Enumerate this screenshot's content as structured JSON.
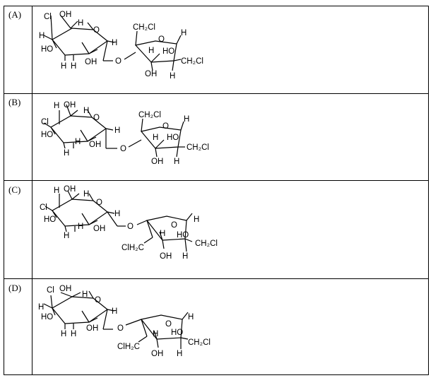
{
  "options": [
    {
      "label": "(A)",
      "glucose": {
        "c6": "Cl",
        "o6": "OH",
        "h4": "H",
        "h5": "H",
        "o4": "HO",
        "h3": "H",
        "h2": "H",
        "o3": "OH",
        "h1": "H",
        "ring_o": "O"
      },
      "linker_o": "O",
      "fructose": {
        "ch2": "CH₂Cl",
        "ring_o": "O",
        "h_right": "H",
        "ho": "HO",
        "h_inner": "H",
        "oh": "OH",
        "h_low": "H",
        "ch2_low": "CH₂Cl"
      }
    },
    {
      "label": "(B)",
      "glucose": {
        "h4": "H",
        "o6": "OH",
        "c6": "Cl",
        "h5": "H",
        "o4": "HO",
        "h3": "H",
        "h2": "H",
        "o3": "OH",
        "h1": "H",
        "ring_o": "O"
      },
      "linker_o": "O",
      "fructose": {
        "ch2": "CH₂Cl",
        "ring_o": "O",
        "h_right": "H",
        "ho": "HO",
        "h_inner": "H",
        "oh": "OH",
        "h_low": "H",
        "ch2_low": "CH₂Cl"
      }
    },
    {
      "label": "(C)",
      "glucose": {
        "h4": "H",
        "o6": "OH",
        "c6": "Cl",
        "h5": "H",
        "o4": "HO",
        "h3": "H",
        "h2": "H",
        "o3": "OH",
        "h1": "H",
        "ring_o": "O"
      },
      "linker_o": "O",
      "fructose": {
        "ch2": "ClH₂C",
        "ring_o": "O",
        "h_right": "H",
        "ho": "HO",
        "h_inner": "H",
        "oh": "OH",
        "h_low": "H",
        "ch2_low": "CH₂Cl"
      }
    },
    {
      "label": "(D)",
      "glucose": {
        "c6": "Cl",
        "o6": "OH",
        "h4": "H",
        "h5": "H",
        "o4": "HO",
        "h3": "H",
        "h2": "H",
        "o3": "OH",
        "h1": "H",
        "ring_o": "O"
      },
      "linker_o": "O",
      "fructose": {
        "ch2": "ClH₂C",
        "ring_o": "O",
        "h_right": "H",
        "ho": "HO",
        "h_inner": "H",
        "oh": "OH",
        "h_low": "H",
        "ch2_low": "CH₂Cl"
      }
    }
  ]
}
